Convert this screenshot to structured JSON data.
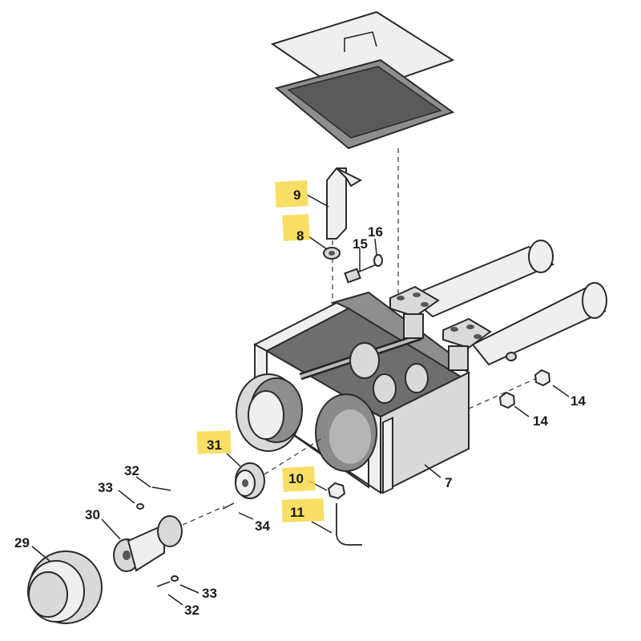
{
  "callouts": {
    "c9": "9",
    "c8": "8",
    "c15": "15",
    "c16": "16",
    "c14a": "14",
    "c14b": "14",
    "c7": "7",
    "c31": "31",
    "c10": "10",
    "c11": "11",
    "c32a": "32",
    "c33a": "33",
    "c30": "30",
    "c34": "34",
    "c29": "29",
    "c33b": "33",
    "c32b": "32"
  },
  "highlighted_callouts": [
    "9",
    "8",
    "31",
    "10",
    "11"
  ],
  "colors": {
    "highlight": "#f8d84a",
    "line": "#2a2a2a",
    "metal_light": "#efefef",
    "metal_mid": "#d9d9d9",
    "metal_dark": "#8e8e8e"
  }
}
